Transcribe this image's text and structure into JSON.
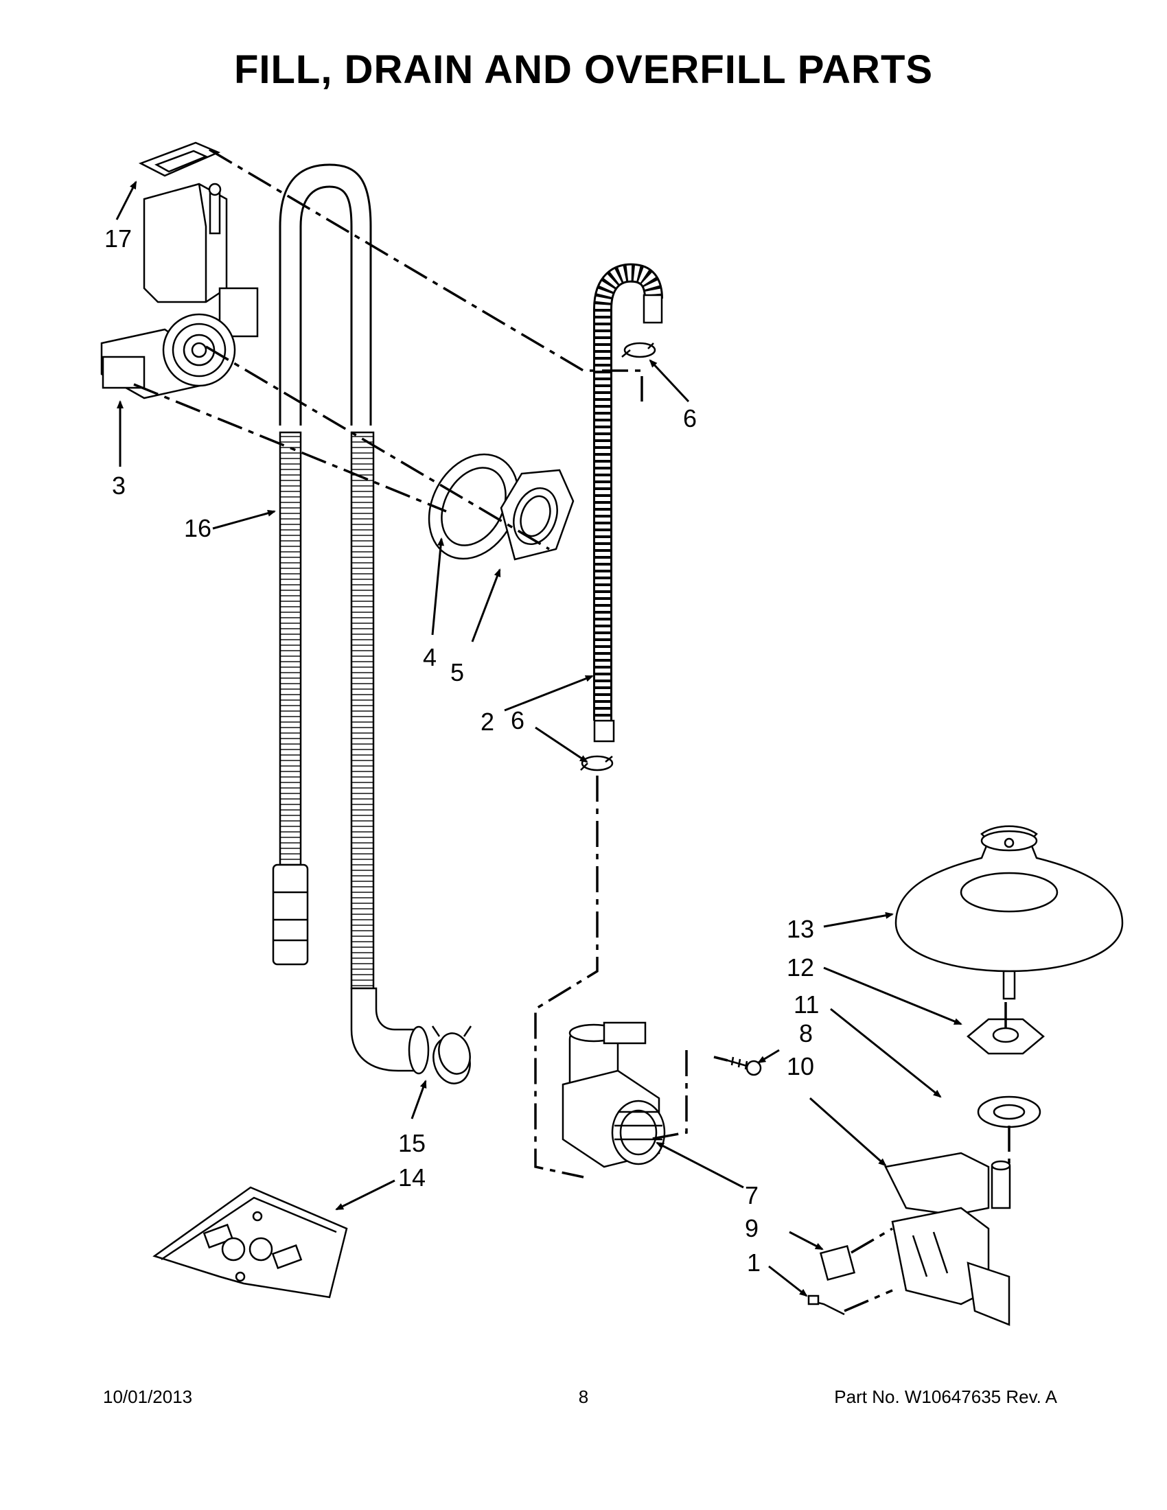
{
  "title": "FILL, DRAIN AND OVERFILL PARTS",
  "callouts": {
    "c1": "1",
    "c2": "2",
    "c3": "3",
    "c4": "4",
    "c5": "5",
    "c6a": "6",
    "c6b": "6",
    "c7": "7",
    "c8": "8",
    "c9": "9",
    "c10": "10",
    "c11": "11",
    "c12": "12",
    "c13": "13",
    "c14": "14",
    "c15": "15",
    "c16": "16",
    "c17": "17"
  },
  "footer": {
    "date": "10/01/2013",
    "page": "8",
    "part_number": "Part No.  W10647635  Rev.  A"
  }
}
